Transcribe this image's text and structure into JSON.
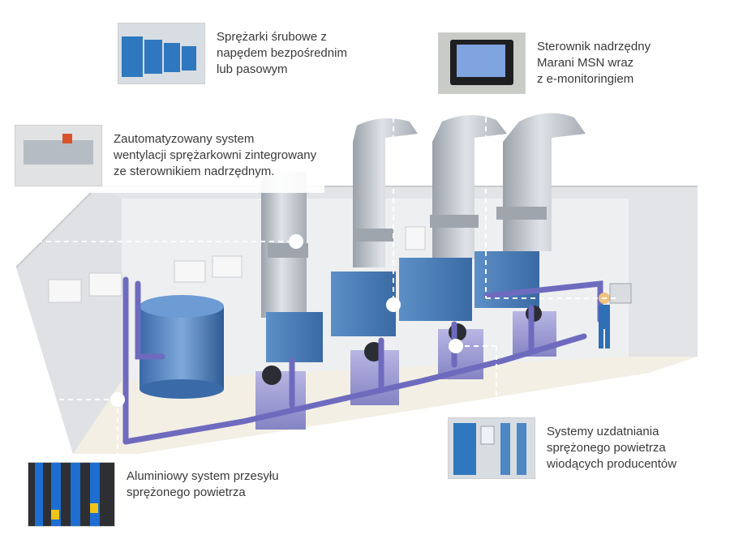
{
  "callouts": {
    "compressors": "Sprężarki śrubowe z\nnapędem bezpośrednim\nlub pasowym",
    "controller": "Sterownik nadrzędny\nMarani MSN wraz\nz e-monitoringiem",
    "ventilation": "Zautomatyzowany system\nwentylacji sprężarkowni zintegrowany\nze sterownikiem nadrzędnym.",
    "aluminium": "Aluminiowy system przesyłu\nsprężonego powietrza",
    "treatment": "Systemy uzdatniania\nsprężonego powietrza\nwiodących producentów"
  },
  "icons": {
    "marker": "white-dot-marker",
    "leader": "dashed-leader-line"
  },
  "colors": {
    "compressor_body": "#4a7fb8",
    "dryer_body": "#8f8ec9",
    "duct": "#b8bec6",
    "pipe": "#6e6bbf",
    "tank": "#4f86c4",
    "room": "#e7e8ea",
    "text": "#3a3a3a"
  }
}
